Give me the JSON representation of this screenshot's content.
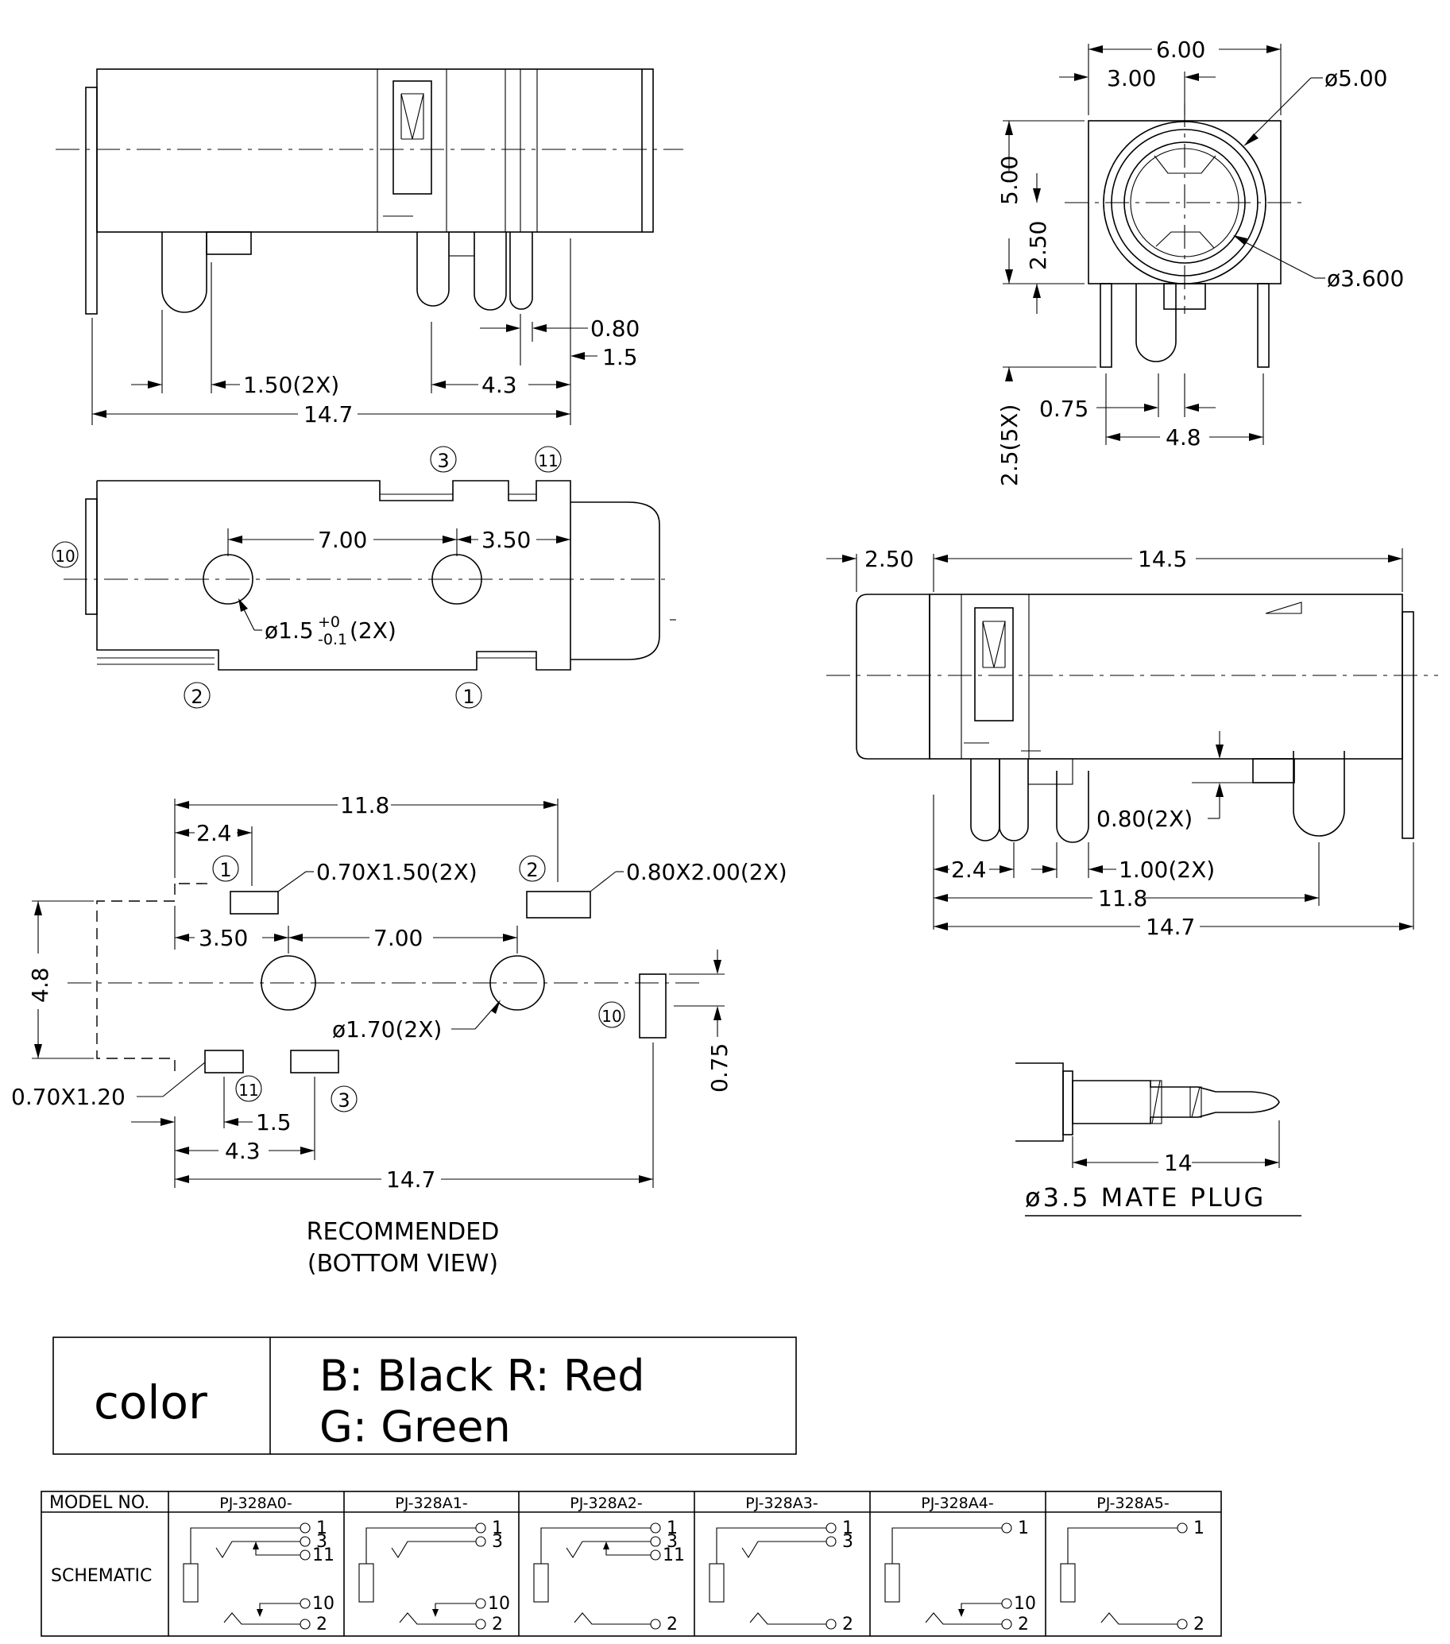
{
  "front_view": {
    "dims": [
      "0.80",
      "1.5",
      "1.50(2X)",
      "4.3",
      "14.7"
    ]
  },
  "end_view": {
    "dims": [
      "6.00",
      "3.00",
      "ø5.00",
      "5.00",
      "2.50",
      "ø3.600",
      "0.75",
      "4.8",
      "2.5(5X)"
    ]
  },
  "top_view": {
    "pins": [
      "3",
      "11",
      "10",
      "2",
      "1"
    ],
    "dims": [
      "7.00",
      "3.50",
      "ø1.5",
      "+0",
      "-0.1",
      "(2X)"
    ]
  },
  "side_view": {
    "dims": [
      "2.50",
      "14.5",
      "0.80(2X)",
      "2.4",
      "1.00(2X)",
      "11.8",
      "14.7"
    ]
  },
  "footprint": {
    "pins": [
      "1",
      "2",
      "10",
      "11",
      "3"
    ],
    "dims": [
      "11.8",
      "2.4",
      "0.70X1.50(2X)",
      "0.80X2.00(2X)",
      "3.50",
      "7.00",
      "4.8",
      "ø1.70(2X)",
      "0.75",
      "0.70X1.20",
      "1.5",
      "4.3",
      "14.7"
    ],
    "caption_line1": "RECOMMENDED",
    "caption_line2": "(BOTTOM VIEW)"
  },
  "mate_plug": {
    "dim": "14",
    "label": "ø3.5 MATE PLUG"
  },
  "color_box": {
    "label": "color",
    "line1": "B: Black  R:  Red",
    "line2": "G: Green"
  },
  "model_table": {
    "header_label": "MODEL NO.",
    "row_label": "SCHEMATIC",
    "models": [
      {
        "name": "PJ-328A0-",
        "pins": [
          "1",
          "3",
          "11",
          "10",
          "2"
        ]
      },
      {
        "name": "PJ-328A1-",
        "pins": [
          "1",
          "3",
          "10",
          "2"
        ]
      },
      {
        "name": "PJ-328A2-",
        "pins": [
          "1",
          "3",
          "11",
          "2"
        ]
      },
      {
        "name": "PJ-328A3-",
        "pins": [
          "1",
          "3",
          "2"
        ]
      },
      {
        "name": "PJ-328A4-",
        "pins": [
          "1",
          "10",
          "2"
        ]
      },
      {
        "name": "PJ-328A5-",
        "pins": [
          "1",
          "2"
        ]
      }
    ]
  }
}
